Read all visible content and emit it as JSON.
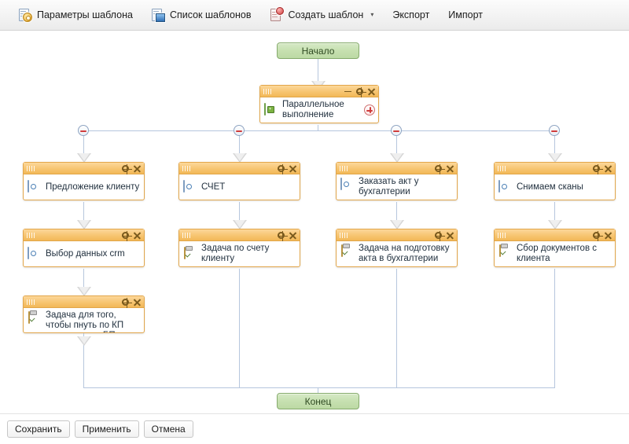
{
  "toolbar": {
    "items": [
      {
        "label": "Параметры шаблона",
        "icon": "template-params-icon",
        "caret": false
      },
      {
        "label": "Список шаблонов",
        "icon": "template-list-icon",
        "caret": false
      },
      {
        "label": "Создать шаблон",
        "icon": "template-new-icon",
        "caret": true,
        "caret_glyph": "▾"
      },
      {
        "label": "Экспорт",
        "icon": null,
        "caret": false
      },
      {
        "label": "Импорт",
        "icon": null,
        "caret": false
      }
    ]
  },
  "diagram": {
    "start": {
      "label": "Начало"
    },
    "end": {
      "label": "Конец"
    },
    "parallel": {
      "label": "Параллельное выполнение",
      "icon": "parallel-execution-icon",
      "header_buttons": [
        "minimize-icon",
        "gear-icon",
        "close-icon"
      ],
      "add_button": "add-branch-icon"
    },
    "branches": [
      {
        "nodes": [
          {
            "label": "Предложение клиенту",
            "icon": "action-icon",
            "type": "action"
          },
          {
            "label": "Выбор данных crm",
            "icon": "action-icon",
            "type": "action"
          },
          {
            "label": "Задача для того, чтобы пнуть по КП менеджера в БП",
            "icon": "task-icon",
            "type": "task",
            "clipped": true
          }
        ]
      },
      {
        "nodes": [
          {
            "label": "СЧЕТ",
            "icon": "action-icon",
            "type": "action"
          },
          {
            "label": "Задача по счету клиенту",
            "icon": "task-icon",
            "type": "task"
          }
        ]
      },
      {
        "nodes": [
          {
            "label": "Заказать акт у бухгалтерии",
            "icon": "action-icon",
            "type": "action"
          },
          {
            "label": "Задача на подготовку акта в бухгалтерии",
            "icon": "task-icon",
            "type": "task"
          }
        ]
      },
      {
        "nodes": [
          {
            "label": "Снимаем сканы",
            "icon": "action-icon",
            "type": "action"
          },
          {
            "label": "Сбор документов с клиента",
            "icon": "task-icon",
            "type": "task"
          }
        ]
      }
    ],
    "collapse_toggles": 4,
    "node_header_buttons": [
      "gear-icon",
      "close-icon"
    ]
  },
  "footer": {
    "buttons": [
      {
        "label": "Сохранить"
      },
      {
        "label": "Применить"
      },
      {
        "label": "Отмена"
      }
    ]
  },
  "colors": {
    "node_header": "#f7c572",
    "node_border": "#e2a64a",
    "terminal_fill": "#c6e0b0",
    "terminal_border": "#86ab6d",
    "connector": "#b6c6dd",
    "arrowhead": "#e2e2e2",
    "minus_red": "#cf3c3c"
  }
}
